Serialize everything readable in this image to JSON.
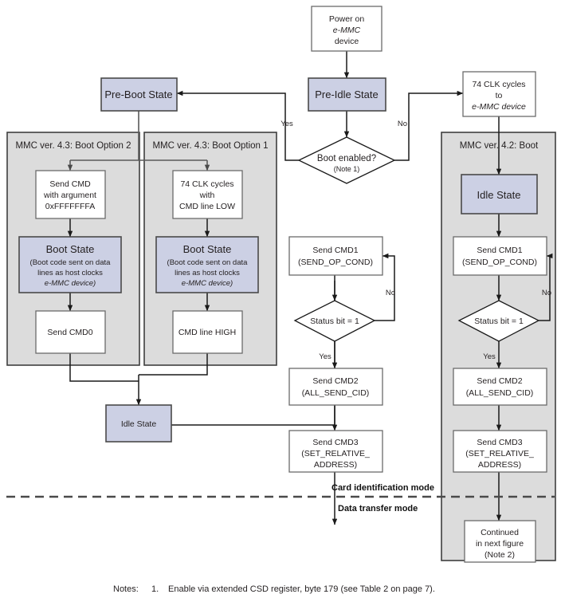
{
  "diagram": {
    "title": "e-MMC boot and card identification flowchart",
    "colors": {
      "state_fill": "#ccd0e4",
      "group_fill": "#dcdcdc",
      "process_fill": "#ffffff",
      "line": "#1a1a1a",
      "divider": "#4a4a4a"
    },
    "nodes": {
      "power_on": {
        "line1": "Power on",
        "line2": "e-MMC",
        "line3": "device"
      },
      "pre_idle_state": {
        "label": "Pre-Idle State"
      },
      "pre_boot_state": {
        "label": "Pre-Boot State"
      },
      "clk74_to_device": {
        "line1": "74 CLK cycles",
        "line2": "to",
        "line3": "e-MMC device"
      },
      "boot_enabled": {
        "line1": "Boot enabled?",
        "line2": "(Note 1)"
      },
      "opt2_send_cmd": {
        "line1": "Send CMD",
        "line2": "with argument",
        "line3": "0xFFFFFFFA"
      },
      "opt2_boot_state": {
        "title": "Boot State",
        "line1": "(Boot code sent on data",
        "line2": "lines as host clocks",
        "line3": "e-MMC device)"
      },
      "opt2_send_cmd0": {
        "label": "Send CMD0"
      },
      "opt1_clk74": {
        "line1": "74 CLK cycles",
        "line2": "with",
        "line3": "CMD line LOW"
      },
      "opt1_boot_state": {
        "title": "Boot State",
        "line1": "(Boot code sent on data",
        "line2": "lines as host clocks",
        "line3": "e-MMC device)"
      },
      "opt1_cmd_high": {
        "label": "CMD line HIGH"
      },
      "idle_state_left": {
        "label": "Idle State"
      },
      "idle_state_right": {
        "label": "Idle State"
      },
      "mid_send_cmd1": {
        "line1": "Send CMD1",
        "line2": "(SEND_OP_COND)"
      },
      "mid_status_bit": {
        "label": "Status bit = 1"
      },
      "mid_send_cmd2": {
        "line1": "Send CMD2",
        "line2": "(ALL_SEND_CID)"
      },
      "mid_send_cmd3": {
        "line1": "Send CMD3",
        "line2": "(SET_RELATIVE_",
        "line3": "ADDRESS)"
      },
      "right_send_cmd1": {
        "line1": "Send CMD1",
        "line2": "(SEND_OP_COND)"
      },
      "right_status_bit": {
        "label": "Status bit = 1"
      },
      "right_send_cmd2": {
        "line1": "Send CMD2",
        "line2": "(ALL_SEND_CID)"
      },
      "right_send_cmd3": {
        "line1": "Send CMD3",
        "line2": "(SET_RELATIVE_",
        "line3": "ADDRESS)"
      },
      "right_continued": {
        "line1": "Continued",
        "line2": "in next figure",
        "line3": "(Note 2)"
      }
    },
    "groups": {
      "boot_option_2": {
        "label": "MMC ver. 4.3: Boot Option 2"
      },
      "boot_option_1": {
        "label": "MMC ver. 4.3: Boot Option 1"
      },
      "mmc_42_boot": {
        "label": "MMC ver. 4.2: Boot"
      }
    },
    "edge_labels": {
      "boot_yes": "Yes",
      "boot_no": "No",
      "mid_status_no": "No",
      "mid_status_yes": "Yes",
      "right_status_no": "No",
      "right_status_yes": "Yes"
    },
    "mode_labels": {
      "card_identification": "Card identification mode",
      "data_transfer": "Data transfer mode"
    },
    "notes": {
      "heading": "Notes:",
      "items": [
        {
          "number": "1.",
          "text": "Enable via extended CSD register, byte 179 (see Table 2 on page 7)."
        }
      ]
    }
  }
}
